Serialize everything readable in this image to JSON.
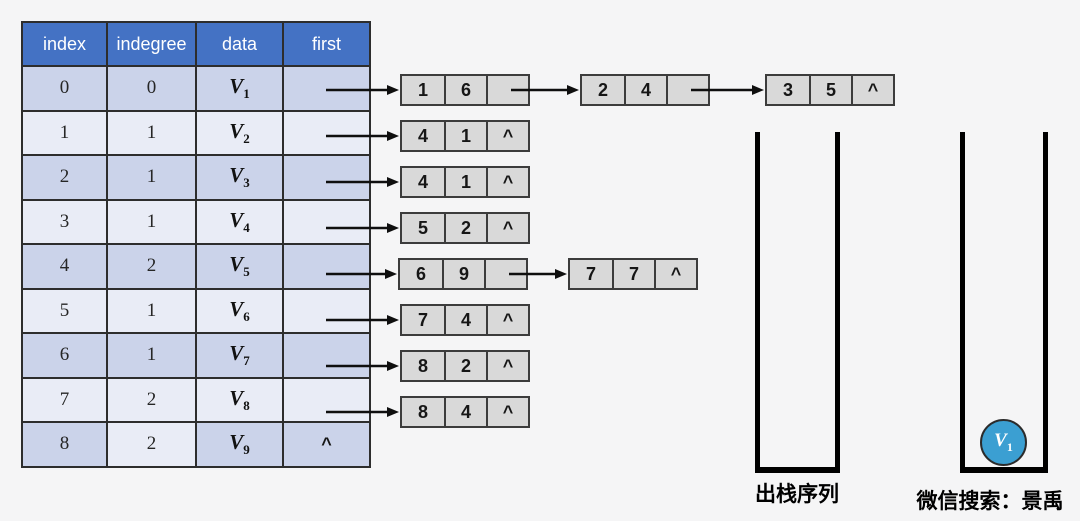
{
  "null_symbol": "^",
  "table": {
    "headers": [
      "index",
      "indegree",
      "data",
      "first"
    ],
    "rows": [
      {
        "index": "0",
        "indegree": "0",
        "vertex": "V",
        "vertex_sub": "1",
        "first": "arrow"
      },
      {
        "index": "1",
        "indegree": "1",
        "vertex": "V",
        "vertex_sub": "2",
        "first": "arrow"
      },
      {
        "index": "2",
        "indegree": "1",
        "vertex": "V",
        "vertex_sub": "3",
        "first": "arrow"
      },
      {
        "index": "3",
        "indegree": "1",
        "vertex": "V",
        "vertex_sub": "4",
        "first": "arrow"
      },
      {
        "index": "4",
        "indegree": "2",
        "vertex": "V",
        "vertex_sub": "5",
        "first": "arrow"
      },
      {
        "index": "5",
        "indegree": "1",
        "vertex": "V",
        "vertex_sub": "6",
        "first": "arrow"
      },
      {
        "index": "6",
        "indegree": "1",
        "vertex": "V",
        "vertex_sub": "7",
        "first": "arrow"
      },
      {
        "index": "7",
        "indegree": "2",
        "vertex": "V",
        "vertex_sub": "8",
        "first": "arrow"
      },
      {
        "index": "8",
        "indegree": "2",
        "vertex": "V",
        "vertex_sub": "9",
        "first": "null"
      }
    ]
  },
  "adjacency_lists": [
    {
      "vertex": "V1",
      "nodes": [
        {
          "adjvex": "1",
          "weight": "6",
          "next": "arrow"
        },
        {
          "adjvex": "2",
          "weight": "4",
          "next": "arrow"
        },
        {
          "adjvex": "3",
          "weight": "5",
          "next": "null"
        }
      ]
    },
    {
      "vertex": "V2",
      "nodes": [
        {
          "adjvex": "4",
          "weight": "1",
          "next": "null"
        }
      ]
    },
    {
      "vertex": "V3",
      "nodes": [
        {
          "adjvex": "4",
          "weight": "1",
          "next": "null"
        }
      ]
    },
    {
      "vertex": "V4",
      "nodes": [
        {
          "adjvex": "5",
          "weight": "2",
          "next": "null"
        }
      ]
    },
    {
      "vertex": "V5",
      "nodes": [
        {
          "adjvex": "6",
          "weight": "9",
          "next": "arrow"
        },
        {
          "adjvex": "7",
          "weight": "7",
          "next": "null"
        }
      ]
    },
    {
      "vertex": "V6",
      "nodes": [
        {
          "adjvex": "7",
          "weight": "4",
          "next": "null"
        }
      ]
    },
    {
      "vertex": "V7",
      "nodes": [
        {
          "adjvex": "8",
          "weight": "2",
          "next": "null"
        }
      ]
    },
    {
      "vertex": "V8",
      "nodes": [
        {
          "adjvex": "8",
          "weight": "4",
          "next": "null"
        }
      ]
    },
    {
      "vertex": "V9",
      "nodes": []
    }
  ],
  "pop_stack": {
    "label": "出栈序列",
    "items": []
  },
  "working_stack": {
    "items": [
      {
        "vertex": "V",
        "vertex_sub": "1"
      }
    ]
  },
  "footer": {
    "label": "微信搜索：景禹"
  },
  "colors": {
    "background": "#f5f5f6",
    "header_bg": "#4472c4",
    "row_dark": "#cbd3ea",
    "row_light": "#e9ecf6",
    "node_bg": "#d9d9d9",
    "stack_item_bg": "#3b9fd2"
  }
}
